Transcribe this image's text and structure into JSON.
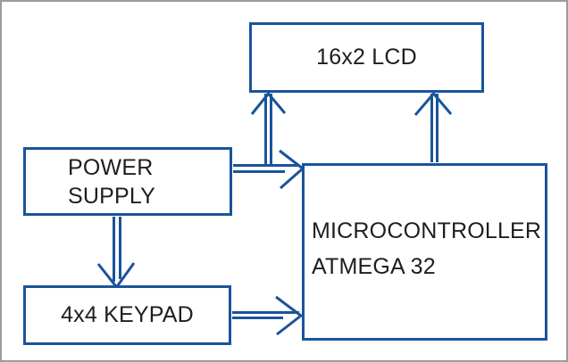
{
  "diagram": {
    "type": "block-diagram",
    "colors": {
      "line_blue": "#1a549b",
      "text": "#1e1e1e",
      "outer_border": "#9b9b9b",
      "background": "#ffffff"
    },
    "blocks": {
      "lcd": {
        "label": "16x2 LCD"
      },
      "power_supply": {
        "line1": "POWER",
        "line2": "SUPPLY"
      },
      "keypad": {
        "label": "4x4 KEYPAD"
      },
      "microcontroller": {
        "line1": "MICROCONTROLLER",
        "line2": "ATMEGA 32"
      }
    },
    "connections": [
      {
        "from": "power_supply",
        "to": "microcontroller",
        "style": "double-line-open-arrow",
        "direction": "right"
      },
      {
        "from": "power_supply",
        "to": "keypad",
        "style": "double-line-open-arrow",
        "direction": "down"
      },
      {
        "from": "keypad",
        "to": "microcontroller",
        "style": "double-line-open-arrow",
        "direction": "right"
      },
      {
        "from": "power_supply_bus",
        "to": "lcd",
        "style": "double-line-open-arrow",
        "direction": "up"
      },
      {
        "from": "microcontroller",
        "to": "lcd",
        "style": "double-line-open-arrow",
        "direction": "up"
      }
    ]
  }
}
